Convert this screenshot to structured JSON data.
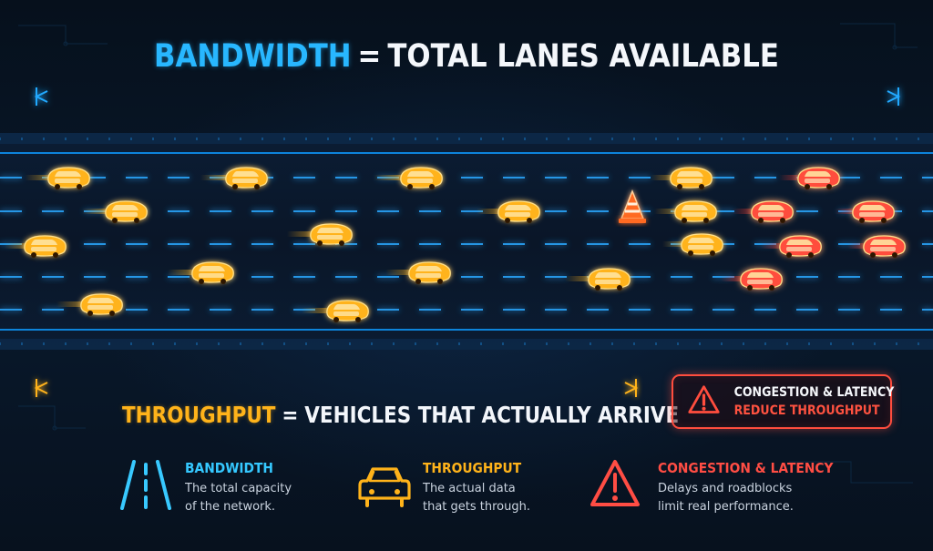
{
  "hero": {
    "left": "BANDWIDTH",
    "equals": "=",
    "right": "TOTAL LANES AVAILABLE"
  },
  "throughput_headline": {
    "left": "THROUGHPUT",
    "equals": "=",
    "right": "VEHICLES THAT ACTUALLY ARRIVE"
  },
  "alert": {
    "line1": "CONGESTION & LATENCY",
    "line2": "REDUCE THROUGHPUT",
    "icon": "warning-triangle-icon"
  },
  "legend": [
    {
      "title": "BANDWIDTH",
      "line1": "The total capacity",
      "line2": "of the network.",
      "icon": "road-lanes-icon"
    },
    {
      "title": "THROUGHPUT",
      "line1": "The actual data",
      "line2": "that gets through.",
      "icon": "car-icon"
    },
    {
      "title": "CONGESTION & LATENCY",
      "line1": "Delays and roadblocks",
      "line2": "limit real performance.",
      "icon": "warning-triangle-icon"
    }
  ],
  "colors": {
    "bandwidth": "#28b7ff",
    "throughput": "#ffb31a",
    "congestion": "#ff4d3e",
    "road": "#0b1a2c",
    "background": "#08111d"
  }
}
